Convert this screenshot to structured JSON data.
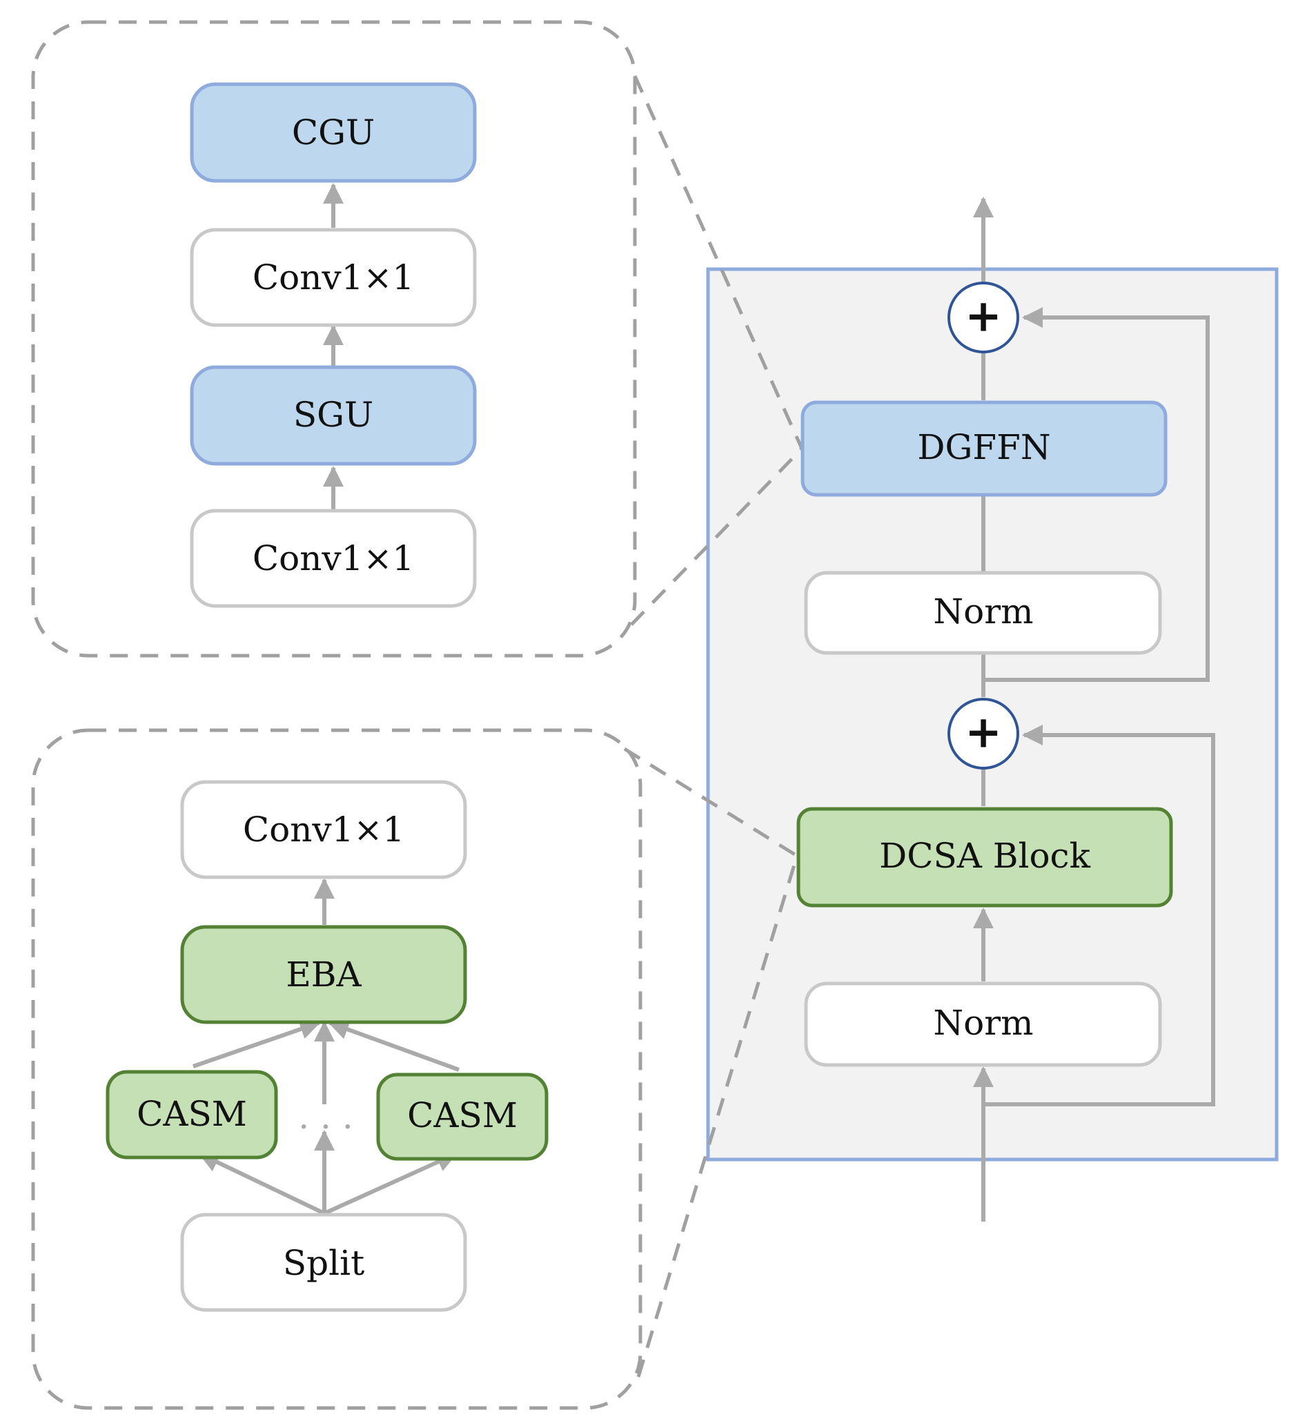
{
  "colors": {
    "blue_fill": "#bdd7ee",
    "blue_stroke": "#8faadc",
    "green_fill": "#c5e0b4",
    "green_stroke": "#548235",
    "white_fill": "#ffffff",
    "white_stroke": "#c8c8c8",
    "arrow": "#aaaaaa",
    "dashed": "#a0a0a0",
    "panel_fill": "#f2f2f2",
    "panel_stroke": "#8faadc",
    "plus_stroke": "#2f5597"
  },
  "top_detail": {
    "cgu": "CGU",
    "conv_upper": "Conv1×1",
    "sgu": "SGU",
    "conv_lower": "Conv1×1"
  },
  "bottom_detail": {
    "conv": "Conv1×1",
    "eba": "EBA",
    "casm_left": "CASM",
    "ellipsis": ". . .",
    "casm_right": "CASM",
    "split": "Split"
  },
  "main_block": {
    "add_top": "+",
    "dgffn": "DGFFN",
    "norm_upper": "Norm",
    "add_bottom": "+",
    "dcsa": "DCSA Block",
    "norm_lower": "Norm"
  }
}
